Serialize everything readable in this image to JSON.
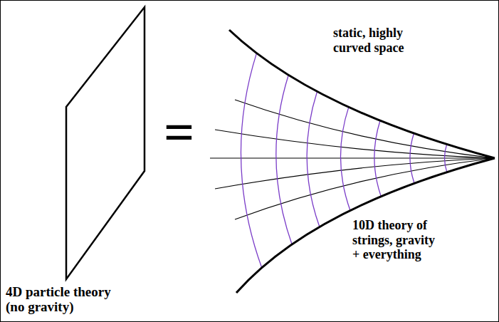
{
  "diagram": {
    "nodes": [
      {
        "text": [
          "4D particle theory (no gravity)"
        ]
      },
      {
        "text": [
          "static, highly curved space",
          "10D theory of strings, gravity + everything"
        ]
      }
    ],
    "labels": [
      "="
    ]
  }
}
